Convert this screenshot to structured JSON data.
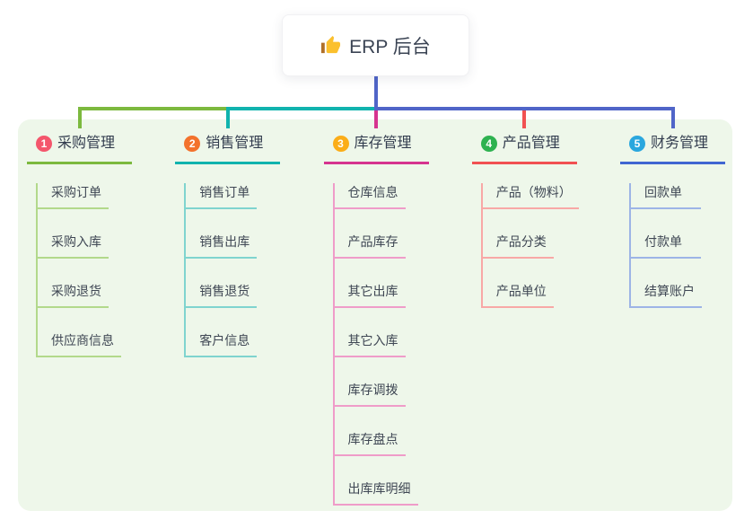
{
  "root": {
    "label": "ERP 后台",
    "icon": "thumbs-up-icon",
    "line_color": "#5065c8"
  },
  "canvas": {
    "background": "#ffffff",
    "panel_background": "#eef7ea"
  },
  "branches": [
    {
      "badge": "1",
      "label": "采购管理",
      "colors": {
        "badge": "#f4566c",
        "main": "#7cb93e",
        "light": "#b2d98b"
      },
      "children": [
        "采购订单",
        "采购入库",
        "采购退货",
        "供应商信息"
      ]
    },
    {
      "badge": "2",
      "label": "销售管理",
      "colors": {
        "badge": "#f3722c",
        "main": "#10b3ae",
        "light": "#7fd4cf"
      },
      "children": [
        "销售订单",
        "销售出库",
        "销售退货",
        "客户信息"
      ]
    },
    {
      "badge": "3",
      "label": "库存管理",
      "colors": {
        "badge": "#fbad18",
        "main": "#d6348f",
        "light": "#ef9cc9"
      },
      "children": [
        "仓库信息",
        "产品库存",
        "其它出库",
        "其它入库",
        "库存调拨",
        "库存盘点",
        "出库库明细"
      ]
    },
    {
      "badge": "4",
      "label": "产品管理",
      "colors": {
        "badge": "#2eb250",
        "main": "#f15152",
        "light": "#f8a8a6"
      },
      "children": [
        "产品（物料）",
        "产品分类",
        "产品单位"
      ]
    },
    {
      "badge": "5",
      "label": "财务管理",
      "colors": {
        "badge": "#2aa7de",
        "main": "#4066d2",
        "light": "#9db4e6"
      },
      "children": [
        "回款单",
        "付款单",
        "结算账户"
      ]
    }
  ]
}
